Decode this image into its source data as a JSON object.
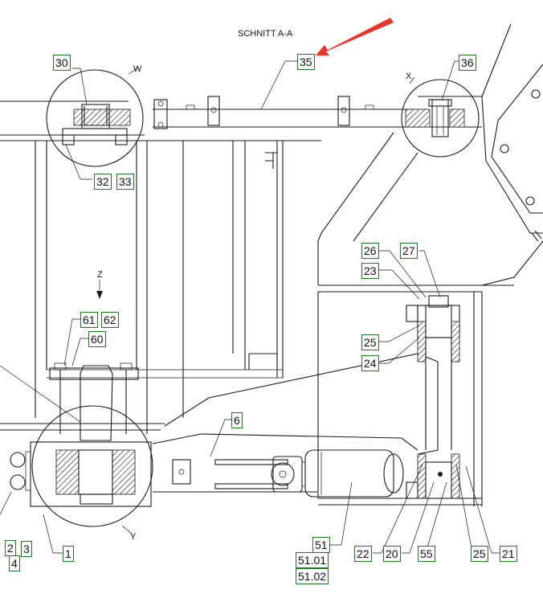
{
  "drawing": {
    "section_title": "SCHNITT  A-A",
    "detail_labels": {
      "w": "W",
      "x": "X",
      "y": "Y",
      "z": "Z"
    },
    "accent_color": "#e8352b",
    "callout_border_color": "#1f7a1f"
  },
  "callouts": [
    "30",
    "35",
    "36",
    "32",
    "33",
    "26",
    "27",
    "23",
    "25",
    "24",
    "61",
    "62",
    "60",
    "6",
    "2",
    "3",
    "4",
    "1",
    "51",
    "51.01",
    "51.02",
    "22",
    "20",
    "55",
    "25",
    "21"
  ]
}
